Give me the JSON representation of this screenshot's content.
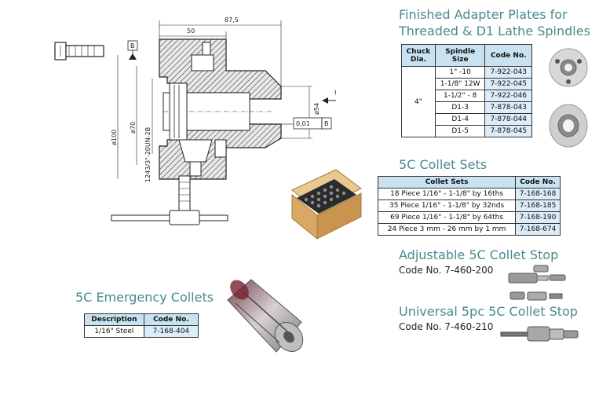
{
  "drawing": {
    "dim_overall": "87,5",
    "dim_inner": "50",
    "dim_dia100": "ø100",
    "dim_dia70": "ø70",
    "dim_thread": "1243/3\"-20UN-2B",
    "dim_dia54": "ø54",
    "datum_label": "B",
    "view_label": "W",
    "tolerance_value": "0,01",
    "tolerance_datum": "B"
  },
  "adapter": {
    "title_line1": "Finished Adapter Plates for",
    "title_line2": "Threaded & D1 Lathe Spindles",
    "headers": [
      "Chuck Dia.",
      "Spindle Size",
      "Code No."
    ],
    "chuck_dia": "4\"",
    "rows": [
      {
        "spindle": "1\" -10",
        "code": "7-922-043"
      },
      {
        "spindle": "1-1/8\" 12W",
        "code": "7-922-045"
      },
      {
        "spindle": "1-1/2\" - 8",
        "code": "7-922-046"
      },
      {
        "spindle": "D1-3",
        "code": "7-878-043"
      },
      {
        "spindle": "D1-4",
        "code": "7-878-044"
      },
      {
        "spindle": "D1-5",
        "code": "7-878-045"
      }
    ]
  },
  "collet_sets": {
    "title": "5C Collet Sets",
    "headers": [
      "Collet Sets",
      "Code No."
    ],
    "rows": [
      {
        "desc": "18 Piece 1/16\" - 1-1/8\" by 16ths",
        "code": "7-168-168"
      },
      {
        "desc": "35 Piece 1/16\" - 1-1/8\" by 32nds",
        "code": "7-168-185"
      },
      {
        "desc": "69 Piece 1/16\" - 1-1/8\" by 64ths",
        "code": "7-168-190"
      },
      {
        "desc": "24 Piece 3 mm - 26 mm by 1 mm",
        "code": "7-168-674"
      }
    ]
  },
  "adjustable_stop": {
    "title": "Adjustable 5C Collet Stop",
    "code_line": "Code No. 7-460-200"
  },
  "universal_stop": {
    "title": "Universal 5pc 5C Collet Stop",
    "code_line": "Code No. 7-460-210"
  },
  "emergency": {
    "title": "5C Emergency Collets",
    "headers": [
      "Description",
      "Code No."
    ],
    "rows": [
      {
        "desc": "1/16\" Steel",
        "code": "7-168-404"
      }
    ]
  },
  "colors": {
    "heading": "#4a8a8c",
    "header_fill": "#c9e2f2",
    "code_fill": "#dcecf8"
  }
}
